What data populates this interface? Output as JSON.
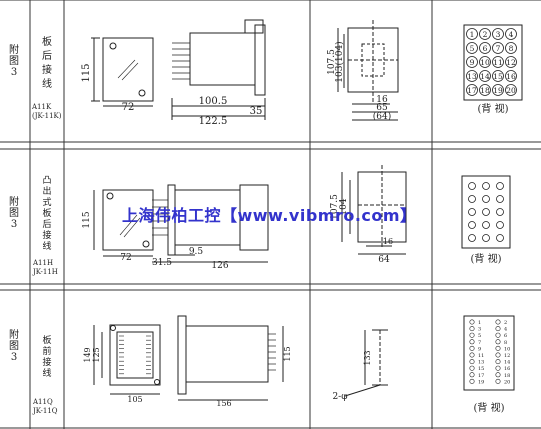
{
  "rows": [
    {
      "fig": [
        "附",
        "图",
        "3"
      ],
      "title_chars": [
        "板",
        "后",
        "接",
        "线"
      ],
      "model": [
        "A11K",
        "(JK-11K)"
      ],
      "dims": [
        "115",
        "72",
        "100.5",
        "35",
        "122.5",
        "107.5",
        "103(104)",
        "16",
        "65",
        "(64)"
      ],
      "view": "(背 视)",
      "pins": [
        "1",
        "2",
        "3",
        "4",
        "5",
        "6",
        "7",
        "8",
        "9",
        "10",
        "11",
        "12",
        "13",
        "14",
        "15",
        "16",
        "17",
        "18",
        "19",
        "20"
      ]
    },
    {
      "fig": [
        "附",
        "图",
        "3"
      ],
      "title_chars": [
        "凸",
        "出",
        "式",
        "板",
        "后",
        "接",
        "线"
      ],
      "model": [
        "A11H",
        "JK-11H"
      ],
      "dims": [
        "115",
        "72",
        "31.5",
        "9.5",
        "126",
        "107.5",
        "104",
        "16",
        "64"
      ],
      "view": "(背 视)"
    },
    {
      "fig": [
        "附",
        "图",
        "3"
      ],
      "title_chars": [
        "板",
        "前",
        "接",
        "线"
      ],
      "model": [
        "A11Q",
        "JK-11Q"
      ],
      "dims": [
        "149",
        "125",
        "105",
        "156",
        "115",
        "133",
        "2-φ"
      ],
      "view": "(背 视)",
      "pins": [
        "1",
        "2",
        "3",
        "4",
        "5",
        "6",
        "7",
        "8",
        "9",
        "10",
        "11",
        "12",
        "13",
        "14",
        "15",
        "16",
        "17",
        "18",
        "19",
        "20"
      ]
    }
  ],
  "watermark": "上海伟柏工控【www.vibmro.com】"
}
